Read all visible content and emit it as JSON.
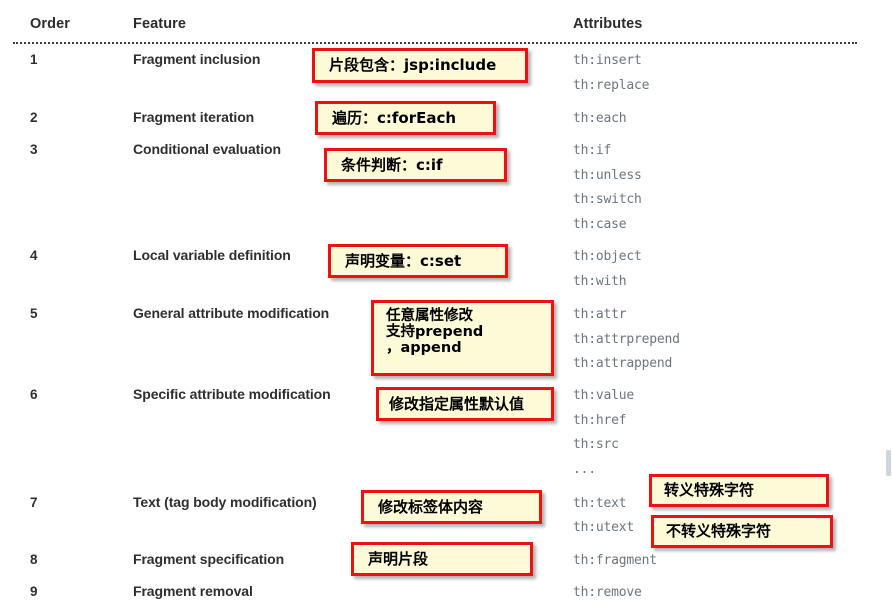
{
  "table": {
    "headers": {
      "order": "Order",
      "feature": "Feature",
      "attributes": "Attributes"
    },
    "rows": [
      {
        "order": "1",
        "feature": "Fragment inclusion",
        "attributes": [
          "th:insert",
          "th:replace"
        ]
      },
      {
        "order": "2",
        "feature": "Fragment iteration",
        "attributes": [
          "th:each"
        ]
      },
      {
        "order": "3",
        "feature": "Conditional evaluation",
        "attributes": [
          "th:if",
          "th:unless",
          "th:switch",
          "th:case"
        ]
      },
      {
        "order": "4",
        "feature": "Local variable definition",
        "attributes": [
          "th:object",
          "th:with"
        ]
      },
      {
        "order": "5",
        "feature": "General attribute modification",
        "attributes": [
          "th:attr",
          "th:attrprepend",
          "th:attrappend"
        ]
      },
      {
        "order": "6",
        "feature": "Specific attribute modification",
        "attributes": [
          "th:value",
          "th:href",
          "th:src",
          "..."
        ]
      },
      {
        "order": "7",
        "feature": "Text (tag body modification)",
        "attributes": [
          "th:text",
          "th:utext"
        ]
      },
      {
        "order": "8",
        "feature": "Fragment specification",
        "attributes": [
          "th:fragment"
        ]
      },
      {
        "order": "9",
        "feature": "Fragment removal",
        "attributes": [
          "th:remove"
        ]
      }
    ]
  },
  "annotations": [
    {
      "id": "fragment-inclusion",
      "text": "片段包含：jsp:include"
    },
    {
      "id": "fragment-iteration",
      "text": "遍历：c:forEach"
    },
    {
      "id": "conditional",
      "text": "条件判断：c:if"
    },
    {
      "id": "local-variable",
      "text": "声明变量：c:set"
    },
    {
      "id": "general-attribute",
      "lines": [
        "任意属性修改",
        "支持prepend",
        "，append"
      ]
    },
    {
      "id": "specific-attribute",
      "text": "修改指定属性默认值"
    },
    {
      "id": "text-body",
      "text": "修改标签体内容"
    },
    {
      "id": "fragment-spec",
      "text": "声明片段"
    },
    {
      "id": "escape-chars",
      "text": "转义特殊字符"
    },
    {
      "id": "no-escape-chars",
      "text": "不转义特殊字符"
    }
  ],
  "colors": {
    "callout_border": "#ee1111",
    "callout_fill": "#fdfbd7",
    "attribute_text": "#6c7581",
    "header_text": "#2c2c2c"
  }
}
